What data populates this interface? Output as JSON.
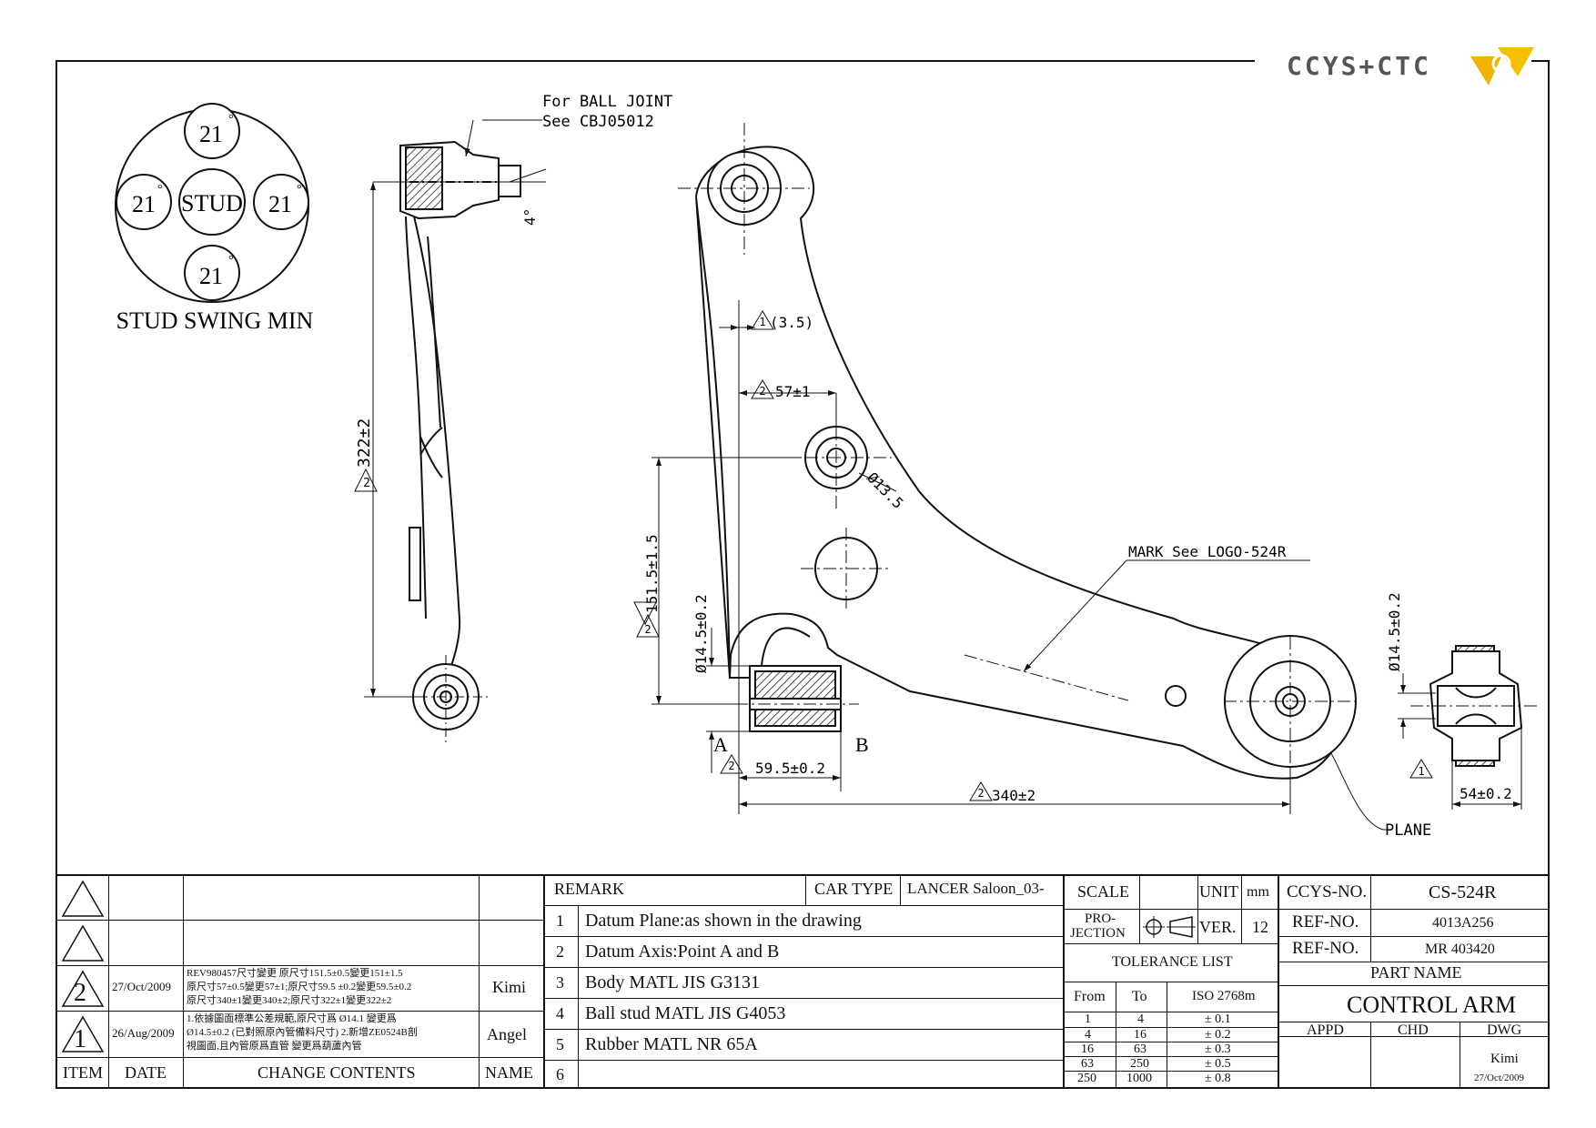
{
  "brand": {
    "logo_text": "CCYS+CTC"
  },
  "stud_swing": {
    "title": "STUD SWING MIN",
    "center": "STUD",
    "angles": [
      "21",
      "21",
      "21",
      "21"
    ],
    "degree": "°"
  },
  "side_view": {
    "callout_1": "For BALL JOINT",
    "callout_2": "See CBJ05012",
    "dim_height": "322±2",
    "angle": "4°",
    "mark_height": "2"
  },
  "front_view": {
    "dim_35": "(3.5)",
    "dim_57": "57±1",
    "dim_1515": "151.5±1.5",
    "dim_145": "Ø14.5±0.2",
    "dim_135": "Ø13.5",
    "dim_595": "59.5±0.2",
    "dim_340": "340±2",
    "mark_note": "MARK See LOGO-524R",
    "point_a": "A",
    "point_b": "B",
    "plane": "PLANE",
    "rev_1": "1",
    "rev_2": "2"
  },
  "end_view": {
    "dim_145": "Ø14.5±0.2",
    "dim_54": "54±0.2",
    "rev_1": "1"
  },
  "revisions": {
    "header": {
      "item": "ITEM",
      "date": "DATE",
      "contents": "CHANGE CONTENTS",
      "name": "NAME"
    },
    "rows": [
      {
        "item": "",
        "date": "",
        "contents": [],
        "name": ""
      },
      {
        "item": "",
        "date": "",
        "contents": [],
        "name": ""
      },
      {
        "item": "2",
        "date": "27/Oct/2009",
        "contents": [
          "REV980457尺寸變更 原尺寸151.5±0.5變更151±1.5",
          "原尺寸57±0.5變更57±1;原尺寸59.5 ±0.2變更59.5±0.2",
          "原尺寸340±1變更340±2;原尺寸322±1變更322±2"
        ],
        "name": "Kimi"
      },
      {
        "item": "1",
        "date": "26/Aug/2009",
        "contents": [
          "1.依據圖面標準公差規範,原尺寸爲 Ø14.1 變更爲",
          "Ø14.5±0.2 (已對照原內管備料尺寸) 2.新增ZE0524B剖",
          "視圖面,且內管原爲直管 變更爲葫蘆內管"
        ],
        "name": "Angel"
      }
    ]
  },
  "remarks": {
    "header": "REMARK",
    "car_type_label": "CAR TYPE",
    "car_type_value": "LANCER Saloon_03-",
    "items": [
      {
        "no": "1",
        "text": "Datum Plane:as shown in the drawing"
      },
      {
        "no": "2",
        "text": "Datum Axis:Point A and B"
      },
      {
        "no": "3",
        "text": "Body MATL JIS G3131"
      },
      {
        "no": "4",
        "text": "Ball stud MATL JIS G4053"
      },
      {
        "no": "5",
        "text": "Rubber MATL NR 65A"
      },
      {
        "no": "6",
        "text": ""
      }
    ]
  },
  "info": {
    "scale_label": "SCALE",
    "scale_value": "",
    "unit_label": "UNIT",
    "unit_value": "mm",
    "projection_label_1": "PRO-",
    "projection_label_2": "JECTION",
    "ver_label": "VER.",
    "ver_value": "12",
    "tolerance_title": "TOLERANCE LIST",
    "tolerance_header": {
      "from": "From",
      "to": "To",
      "iso": "ISO 2768m"
    },
    "tolerance_rows": [
      {
        "from": "1",
        "to": "4",
        "tol": "± 0.1"
      },
      {
        "from": "4",
        "to": "16",
        "tol": "± 0.2"
      },
      {
        "from": "16",
        "to": "63",
        "tol": "± 0.3"
      },
      {
        "from": "63",
        "to": "250",
        "tol": "± 0.5"
      },
      {
        "from": "250",
        "to": "1000",
        "tol": "± 0.8"
      }
    ],
    "ccys_label": "CCYS-NO.",
    "ccys_value": "CS-524R",
    "ref1_label": "REF-NO.",
    "ref1_value": "4013A256",
    "ref2_label": "REF-NO.",
    "ref2_value": "MR 403420",
    "part_name_label": "PART NAME",
    "part_name_value": "CONTROL ARM",
    "appd": "APPD",
    "chd": "CHD",
    "dwg": "DWG",
    "dwg_name": "Kimi",
    "dwg_date": "27/Oct/2009"
  }
}
